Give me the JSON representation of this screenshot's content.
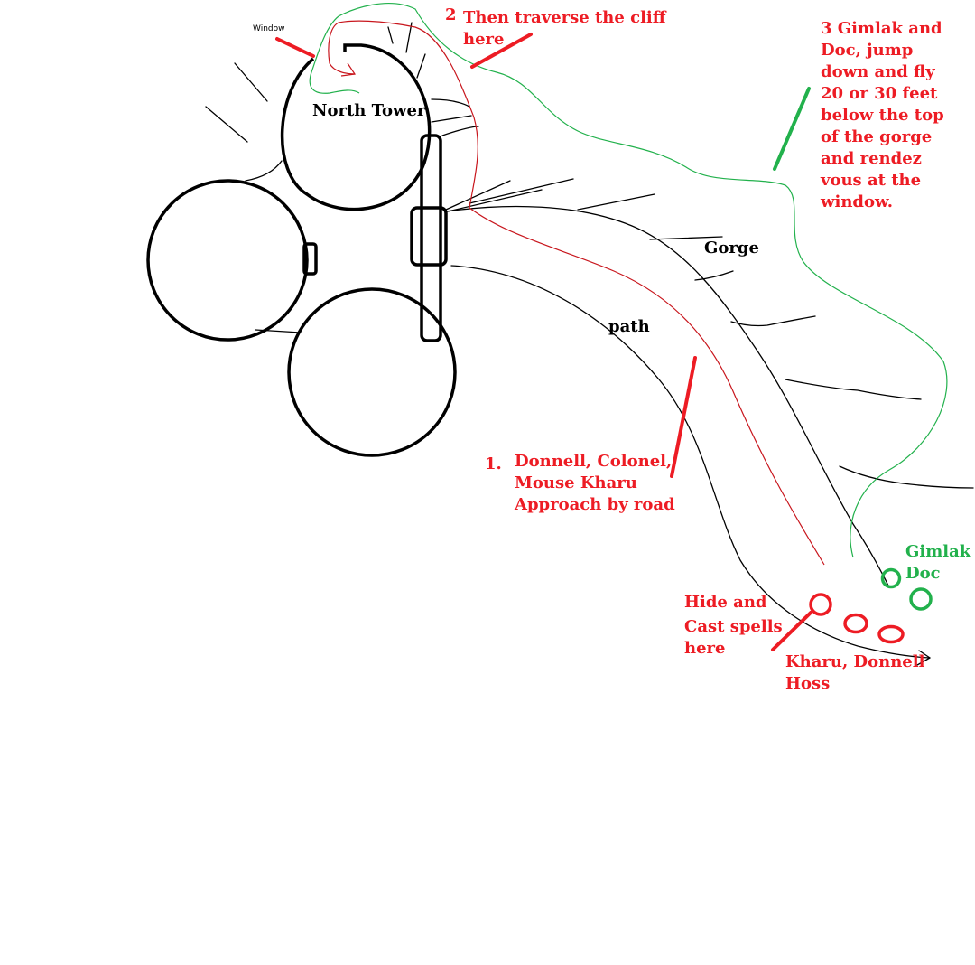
{
  "labels": {
    "window": "Window",
    "north_tower": "North Tower",
    "gorge": "Gorge",
    "path": "path"
  },
  "steps": {
    "step1_num": "1.",
    "step1_lines": [
      "Donnell, Colonel,",
      "Mouse Kharu",
      "Approach by road"
    ],
    "step2_num": "2",
    "step2_lines": [
      "Then traverse the cliff",
      "here"
    ],
    "step3_lines": [
      "3 Gimlak and",
      "Doc, jump",
      "down and fly",
      "20 or 30 feet",
      "below the top",
      "of the gorge",
      "and rendez",
      "vous at the",
      "window."
    ]
  },
  "groups": {
    "green_lines": [
      "Gimlak",
      "Doc"
    ],
    "red_lines": [
      "Kharu, Donnell",
      "Hoss"
    ],
    "hide_lines": [
      "Hide and",
      "Cast spells",
      "here"
    ]
  },
  "colors": {
    "black": "#000000",
    "red": "#ed1c24",
    "dark_red": "#c8161d",
    "green": "#22b14c",
    "background": "#ffffff"
  }
}
